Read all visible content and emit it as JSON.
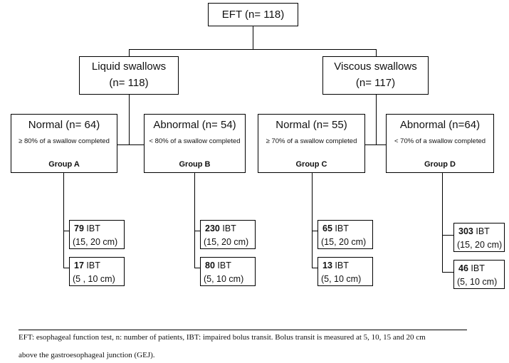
{
  "root": {
    "label": "EFT (n= 118)"
  },
  "liquid": {
    "title": "Liquid swallows",
    "count": "(n= 118)"
  },
  "viscous": {
    "title": "Viscous swallows",
    "count": "(n= 117)"
  },
  "groups": {
    "a": {
      "title": "Normal (n= 64)",
      "criterion": "≥ 80% of a swallow completed",
      "name": "Group A"
    },
    "b": {
      "title": "Abnormal (n= 54)",
      "criterion": "< 80% of a swallow completed",
      "name": "Group B"
    },
    "c": {
      "title": "Normal (n= 55)",
      "criterion": "≥ 70% of a swallow completed",
      "name": "Group C"
    },
    "d": {
      "title": "Abnormal (n=64)",
      "criterion": "< 70% of a swallow completed",
      "name": "Group D"
    }
  },
  "ibt": {
    "unit": "IBT",
    "a_upper": {
      "count": "79",
      "range": "(15, 20 cm)"
    },
    "a_lower": {
      "count": "17",
      "range": "(5 , 10 cm)"
    },
    "b_upper": {
      "count": "230",
      "range": "(15, 20 cm)"
    },
    "b_lower": {
      "count": "80",
      "range": "(5, 10 cm)"
    },
    "c_upper": {
      "count": "65",
      "range": "(15, 20 cm)"
    },
    "c_lower": {
      "count": "13",
      "range": "(5, 10 cm)"
    },
    "d_upper": {
      "count": "303",
      "range": "(15, 20 cm)"
    },
    "d_lower": {
      "count": "46",
      "range": "(5, 10 cm)"
    }
  },
  "footnote": {
    "line1": "EFT: esophageal function test, n: number of patients, IBT: impaired bolus transit. Bolus transit is measured at 5, 10, 15 and 20 cm",
    "line2": "above the gastroesophageal junction (GEJ)."
  }
}
